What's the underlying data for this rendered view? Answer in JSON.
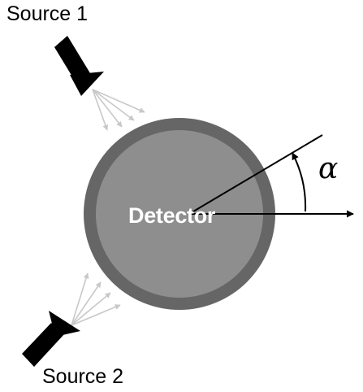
{
  "diagram": {
    "labels": {
      "source1": "Source 1",
      "source2": "Source 2",
      "detector": "Detector",
      "angle": "α"
    },
    "colors": {
      "detector_ring": "#666666",
      "detector_fill": "#8e8e8e",
      "source_body": "#000000",
      "emission_arrows": "#c8c8c8",
      "detector_text": "#ffffff",
      "lines": "#000000"
    }
  }
}
